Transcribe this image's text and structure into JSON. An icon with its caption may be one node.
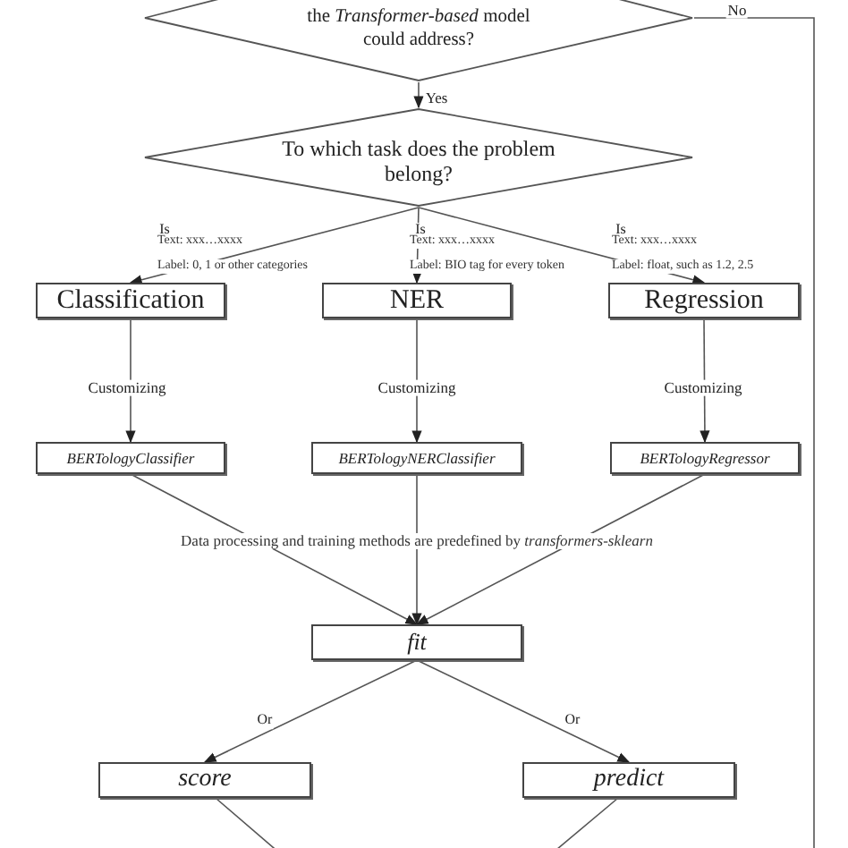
{
  "diagram": {
    "nodes": [
      {
        "text": [
          "the *Transformer-based* model could address?"
        ]
      },
      {
        "text": [
          "To which task does the problem belong?"
        ]
      },
      {
        "text": [
          "Classification"
        ]
      },
      {
        "text": [
          "NER"
        ]
      },
      {
        "text": [
          "Regression"
        ]
      },
      {
        "text": [
          "BERTologyClassifier"
        ]
      },
      {
        "text": [
          "BERTologyNERClassifier"
        ]
      },
      {
        "text": [
          "BERTologyRegressor"
        ]
      },
      {
        "text": [
          "fit"
        ]
      },
      {
        "text": [
          "score"
        ]
      },
      {
        "text": [
          "predict"
        ]
      }
    ],
    "edges": [
      {
        "from": 0,
        "to": 1,
        "arrow": "to",
        "label": "Yes"
      },
      {
        "from": 1,
        "to": 2,
        "arrow": "to",
        "label": "Is"
      },
      {
        "from": 1,
        "to": 3,
        "arrow": "to",
        "label": "Is"
      },
      {
        "from": 1,
        "to": 4,
        "arrow": "to",
        "label": "Is"
      },
      {
        "from": 2,
        "to": 5,
        "arrow": "to",
        "label": "Customizing"
      },
      {
        "from": 3,
        "to": 6,
        "arrow": "to",
        "label": "Customizing"
      },
      {
        "from": 4,
        "to": 7,
        "arrow": "to",
        "label": "Customizing"
      },
      {
        "from": 5,
        "to": 8,
        "arrow": "to"
      },
      {
        "from": 6,
        "to": 8,
        "arrow": "to"
      },
      {
        "from": 7,
        "to": 8,
        "arrow": "to"
      },
      {
        "from": 8,
        "to": 9,
        "arrow": "to",
        "label": "Or"
      },
      {
        "from": 8,
        "to": 10,
        "arrow": "to",
        "label": "Or"
      },
      {
        "from": 9,
        "to": null,
        "arrow": "none"
      },
      {
        "from": 10,
        "to": null,
        "arrow": "none"
      },
      {
        "from": 0,
        "to": null,
        "arrow": "none",
        "label": "No"
      }
    ],
    "labels": [
      "Text: xxx…xxxx",
      "Text: xxx…xxxx",
      "Text: xxx…xxxx",
      "Label: 0, 1 or other categories",
      "Label: BIO tag for every token",
      "Label: float, such as 1.2, 2.5",
      "Data processing  and training methods are predefined by *transformers-sklearn*"
    ]
  }
}
